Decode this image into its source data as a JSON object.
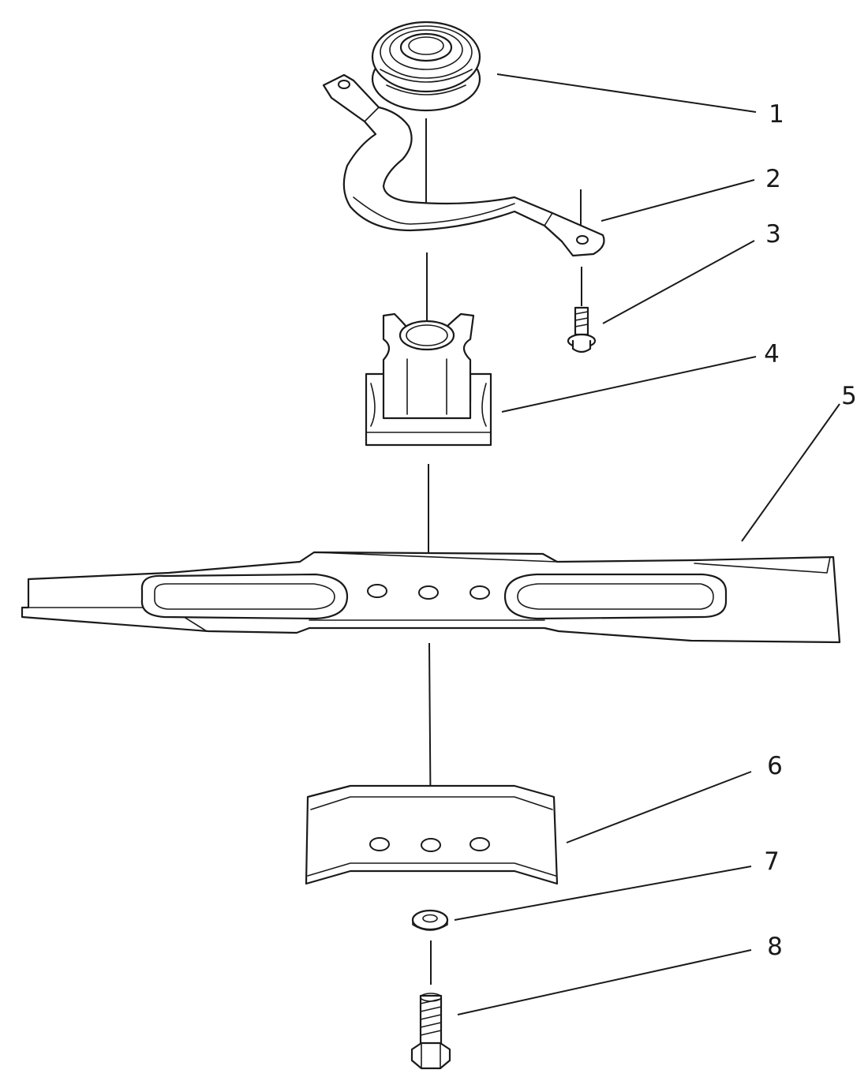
{
  "callouts": {
    "c1": "1",
    "c2": "2",
    "c3": "3",
    "c4": "4",
    "c5": "5",
    "c6": "6",
    "c7": "7",
    "c8": "8"
  },
  "colors": {
    "line": "#1a1a1a",
    "background": "#ffffff"
  }
}
